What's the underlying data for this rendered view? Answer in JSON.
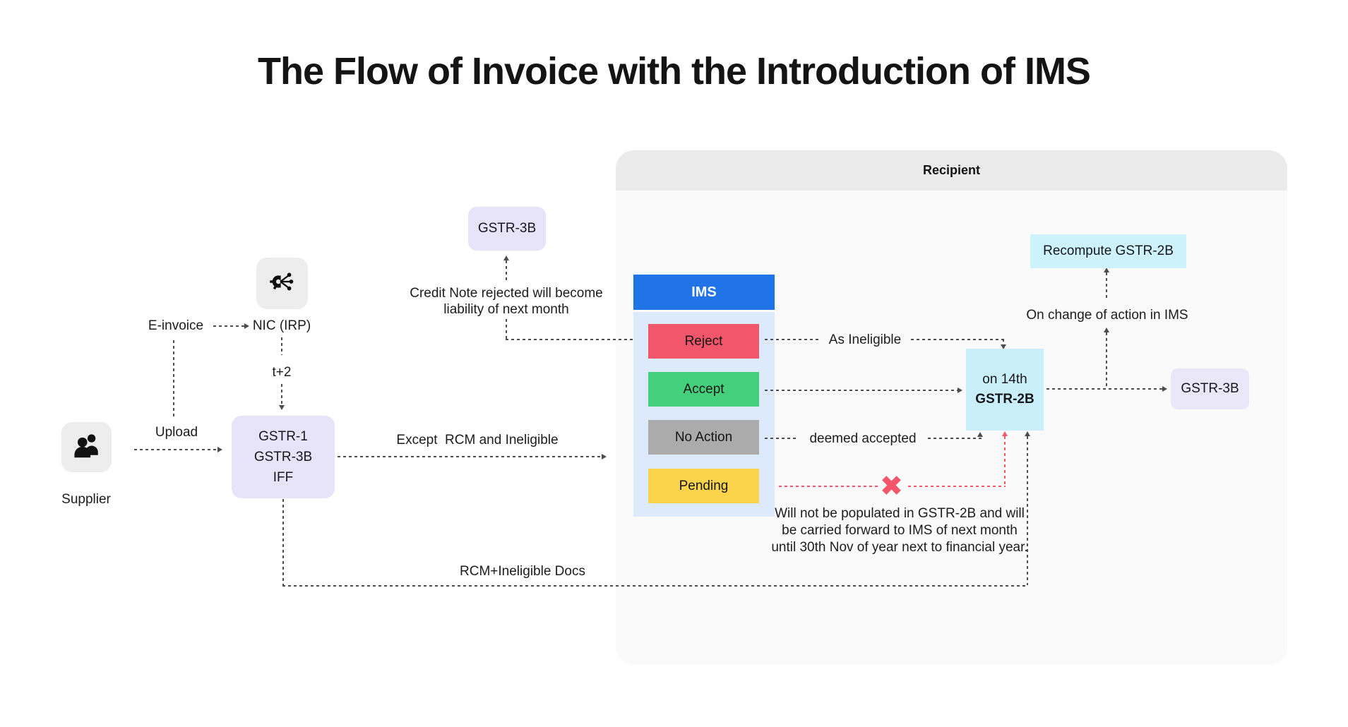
{
  "title": "The Flow of Invoice with the Introduction of IMS",
  "supplier": {
    "label": "Supplier"
  },
  "flow_labels": {
    "upload": "Upload",
    "e_invoice": "E-invoice",
    "nic_irp": "NIC (IRP)",
    "t_plus_2": "t+2",
    "except_rcm": "Except  RCM and Ineligible",
    "rcm_ineligible_docs": "RCM+Ineligible Docs",
    "credit_note_rejected": "Credit Note rejected will become liability of next month",
    "as_ineligible": "As Ineligible",
    "deemed_accepted": "deemed accepted",
    "on_change_of_action": "On change of action in IMS",
    "pending_note": "Will not be populated in GSTR-2B and will be carried forward to IMS of next month until 30th Nov of year next to financial year."
  },
  "boxes": {
    "supplier_filing": {
      "line1": "GSTR-1",
      "line2": "GSTR-3B",
      "line3": "IFF"
    },
    "gstr3b_liability": "GSTR-3B",
    "gstr2b_on_14th": {
      "line1": "on 14th",
      "line2": "GSTR-2B"
    },
    "recompute_gstr2b": "Recompute GSTR-2B",
    "gstr3b_recipient": "GSTR-3B"
  },
  "recipient_panel": {
    "title": "Recipient"
  },
  "ims_panel": {
    "title": "IMS",
    "actions": [
      {
        "label": "Reject",
        "color": "#F2566B"
      },
      {
        "label": "Accept",
        "color": "#44CF7D"
      },
      {
        "label": "No Action",
        "color": "#ABABAB"
      },
      {
        "label": "Pending",
        "color": "#FBD44C"
      }
    ]
  },
  "icons": {
    "supplier": "people-icon",
    "nic": "gear-network-icon",
    "rejected_cross": "cross-icon"
  },
  "colors": {
    "ims_header": "#2173E8",
    "ims_body": "#DDEAFB",
    "lavender_box": "#E7E3F8",
    "cyan_box": "#C9F0FA",
    "panel_header": "#EBEBEB",
    "panel_body": "#FAFAFA",
    "dashed_line": "#4D4D4D",
    "red_line": "#F2566B"
  }
}
